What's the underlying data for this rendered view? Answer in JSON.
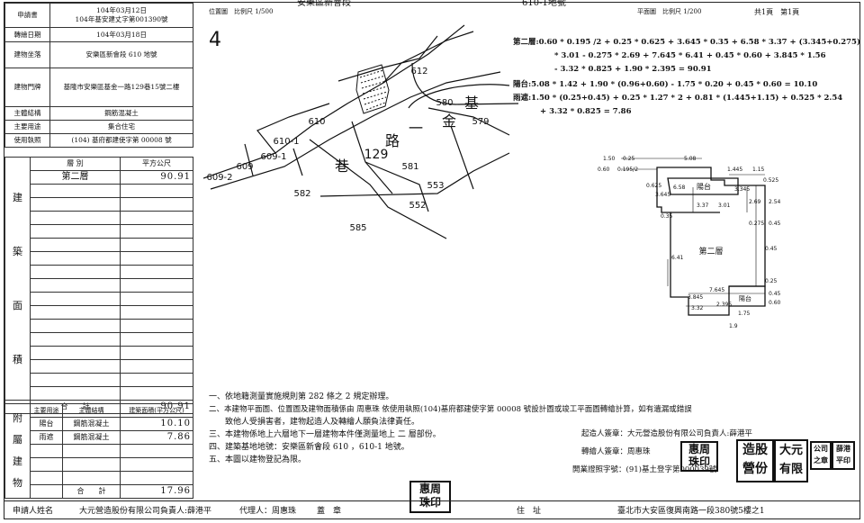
{
  "header": {
    "title_partial": "安樂區新會段",
    "title_number_partial": "610-1地號"
  },
  "info_rows": [
    {
      "label": "申請書",
      "value": "104年03月12日\n104年基安建丈字第001390號"
    },
    {
      "label": "轉繪日期",
      "value": "104年03月18日"
    },
    {
      "label": "建物坐落",
      "value": "安樂區新會段 610 地號"
    },
    {
      "label": "建物門牌",
      "value": "基隆市安樂區基金一路129巷15號二樓"
    },
    {
      "label": "主體結構",
      "value": "鋼筋混凝土"
    },
    {
      "label": "主要用途",
      "value": "集合住宅"
    },
    {
      "label": "使用執照",
      "value": "(104) 基府都建使字第 00008 號"
    }
  ],
  "area_table": {
    "vertical_label": [
      "建",
      "築",
      "面",
      "積"
    ],
    "header_floor": "層 別",
    "header_area": "平方公尺",
    "rows": [
      {
        "floor": "第二層",
        "area": "90.91"
      }
    ],
    "total_label": "合　　計",
    "total_value": "90.91"
  },
  "attach_table": {
    "vertical_label": [
      "附",
      "屬",
      "建",
      "物"
    ],
    "headers": [
      "主要用途",
      "主體結構",
      "建築面積(平方公尺)"
    ],
    "rows": [
      {
        "use": "陽台",
        "structure": "鋼筋混凝土",
        "area": "10.10"
      },
      {
        "use": "雨遮",
        "structure": "鋼筋混凝土",
        "area": "7.86"
      }
    ],
    "total_label": "合　　計",
    "total_value": "17.96"
  },
  "site_plan": {
    "title": "位置圖　比例尺 1/500",
    "north_mark": "4",
    "lots": [
      "612",
      "610",
      "580",
      "579",
      "610-1",
      "609-1",
      "609",
      "609-2",
      "581",
      "582",
      "553",
      "552",
      "585"
    ],
    "road_chars": [
      "基",
      "金",
      "一",
      "路",
      "巷"
    ],
    "road_number": "129"
  },
  "floor_plan": {
    "title": "平面圖　比例尺 1/200",
    "page_info": "共1頁　第1頁",
    "formula_2f_label": "第二層:",
    "formula_2f": [
      "0.60 * 0.195 /2 + 0.25 * 0.625 + 3.645 * 0.35 + 6.58 * 3.37 + (3.345+0.275)",
      "* 3.01 - 0.275 * 2.69 + 7.645 * 6.41 + 0.45 * 0.60 + 3.845 * 1.56",
      "- 3.32 * 0.825 + 1.90 * 2.395 = 90.91"
    ],
    "formula_balcony_label": "陽台:",
    "formula_balcony": "5.08 * 1.42 + 1.90 * (0.96+0.60) - 1.75 * 0.20 + 0.45 * 0.60 = 10.10",
    "formula_rain_label": "雨遮:",
    "formula_rain": [
      "1.50 * (0.25+0.45) + 0.25 * 1.27 * 2 + 0.81 * (1.445+1.15) + 0.525 * 2.54",
      "+ 3.32 * 0.825 = 7.86"
    ],
    "labels": {
      "room": "第二層",
      "balcony_top": "陽台",
      "balcony_bottom": "陽台",
      "dims": [
        "1.50",
        "0.25",
        "0.60",
        "0.195/2",
        "5.08",
        "1.445",
        "1.15",
        "0.525",
        "6.58",
        "3.345",
        "0.625",
        "3.645",
        "0.35",
        "3.37",
        "3.01",
        "2.69",
        "2.54",
        "0.275",
        "0.45",
        "6.41",
        "0.45",
        "7.645",
        "3.845",
        "3.32",
        "1.75",
        "1.9",
        "2.395",
        "0.60",
        "0.45",
        "0.25"
      ]
    }
  },
  "notes": [
    "一、依地籍測量實施規則第 282 條之 2 規定辦理。",
    "二、本建物平面圖、位置圖及建物面積係由 周惠珠 依使用執照(104)基府都建使字第 00008 號設計圖或竣工平面圖轉繪計算，如有遺漏或錯誤",
    "　　致他人受損害者，建物起造人及轉繪人願負法律責任。",
    "三、本建物係地上六層地下一層建物本件僅測量地上 二 層部份。",
    "四、建築基地地號：安樂區新會段 610 ，610-1 地號。",
    "五、本圖以建物登記為限。"
  ],
  "signatures": {
    "builder": "起造人簽章：大元營造股份有限公司負責人:薛港平",
    "drafter": "轉繪人簽章：周惠珠",
    "license": "開業證照字號：(91)基土登字第000039號"
  },
  "stamps": {
    "zhou_1": "惠周\n珠印",
    "zhou_2": "惠周\n珠印",
    "company": "造股\n營份",
    "company2": "大元\n有限",
    "small": "公司\n之章",
    "small2": "薛港\n平印"
  },
  "footer": {
    "applicant_label": "申請人姓名",
    "applicant": "大元營造股份有限公司負責人:薛港平",
    "agent_label": "代理人：周惠珠",
    "seal_label": "蓋　章",
    "address_label": "住　址",
    "address": "臺北市大安區復興南路一段380號5樓之1"
  }
}
